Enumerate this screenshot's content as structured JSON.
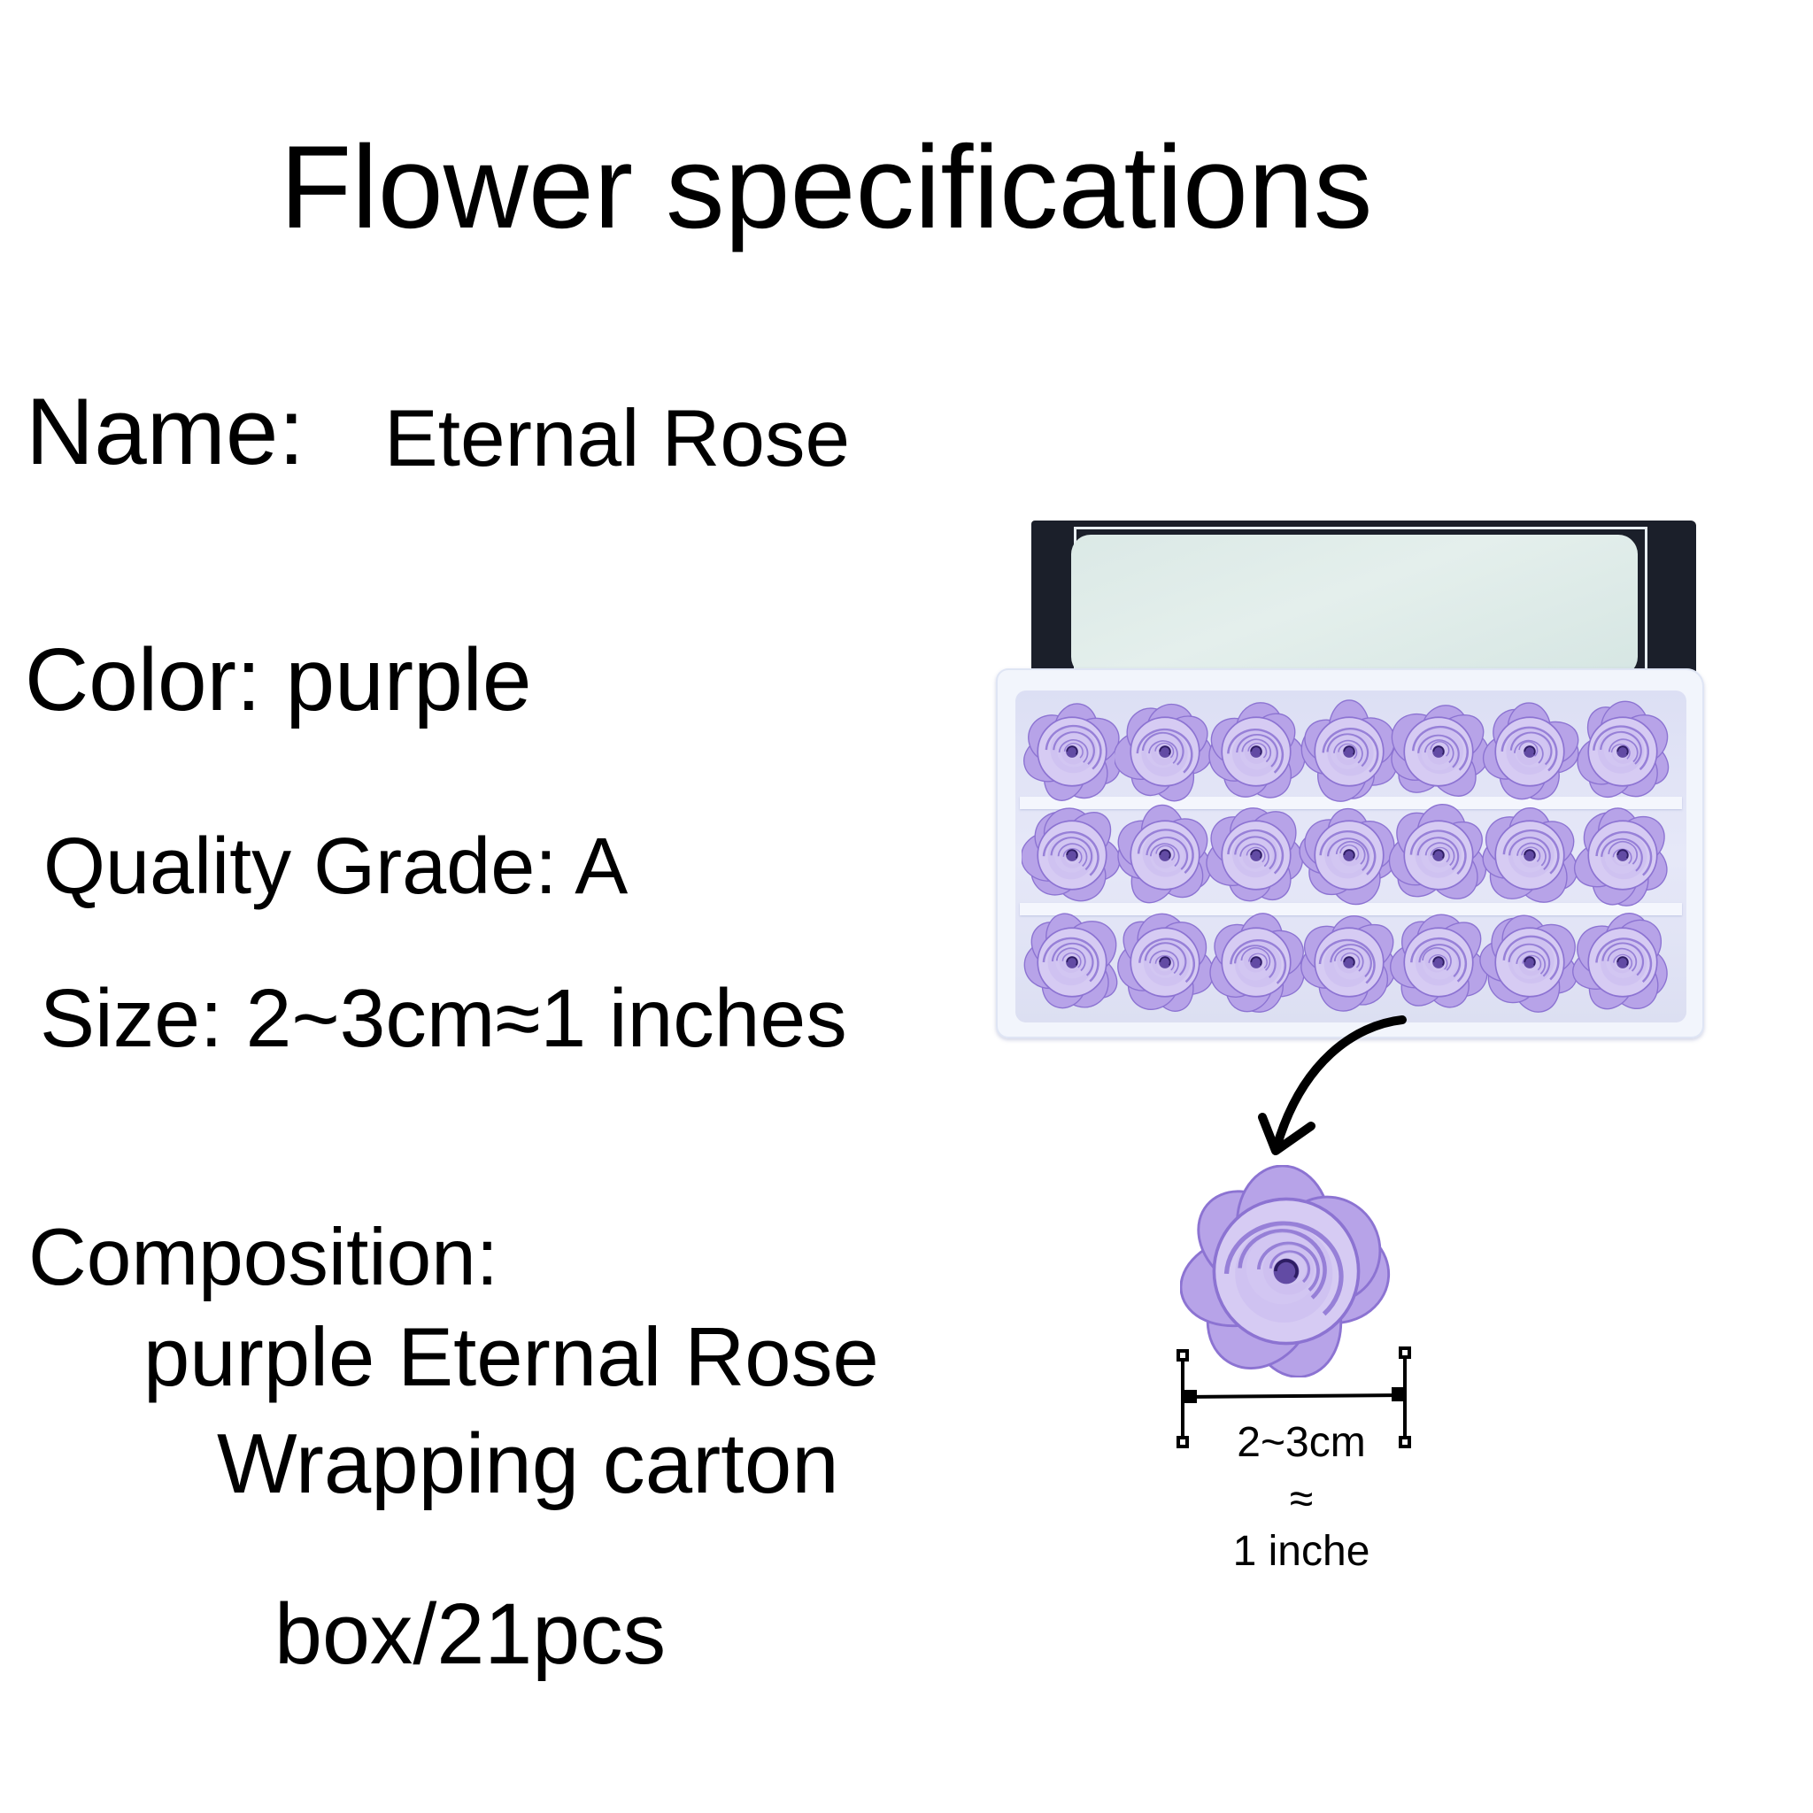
{
  "title": "Flower specifications",
  "specs": {
    "name": {
      "label": "Name:",
      "value": "Eternal Rose"
    },
    "color": {
      "text": "Color: purple",
      "label": "Color:",
      "value": "purple"
    },
    "quality": {
      "text": "Quality Grade: A",
      "label": "Quality Grade:",
      "value": "A"
    },
    "size": {
      "text": "Size: 2~3cm≈1 inches",
      "label": "Size:",
      "value": "2~3cm≈1 inches"
    },
    "composition": {
      "label": "Composition:",
      "items": [
        "purple Eternal Rose",
        "Wrapping carton"
      ]
    },
    "packaging": "box/21pcs"
  },
  "illustration": {
    "box": {
      "frame_color": "#1b1f2a",
      "window_color": "#dfece9",
      "tray_color": "#f2f5fc"
    },
    "tray_grid": {
      "rows": 3,
      "cols": 7,
      "count": 21
    },
    "rose_colors": {
      "petal_light": "#d6cbf3",
      "petal_mid": "#b7a3e8",
      "petal_shadow": "#8c73d2",
      "center": "#4f3597"
    },
    "arrow_icon": "curved-arrow-down-left",
    "dimension": {
      "measure": "2~3cm",
      "approx": "≈",
      "inch": "1 inche"
    }
  }
}
